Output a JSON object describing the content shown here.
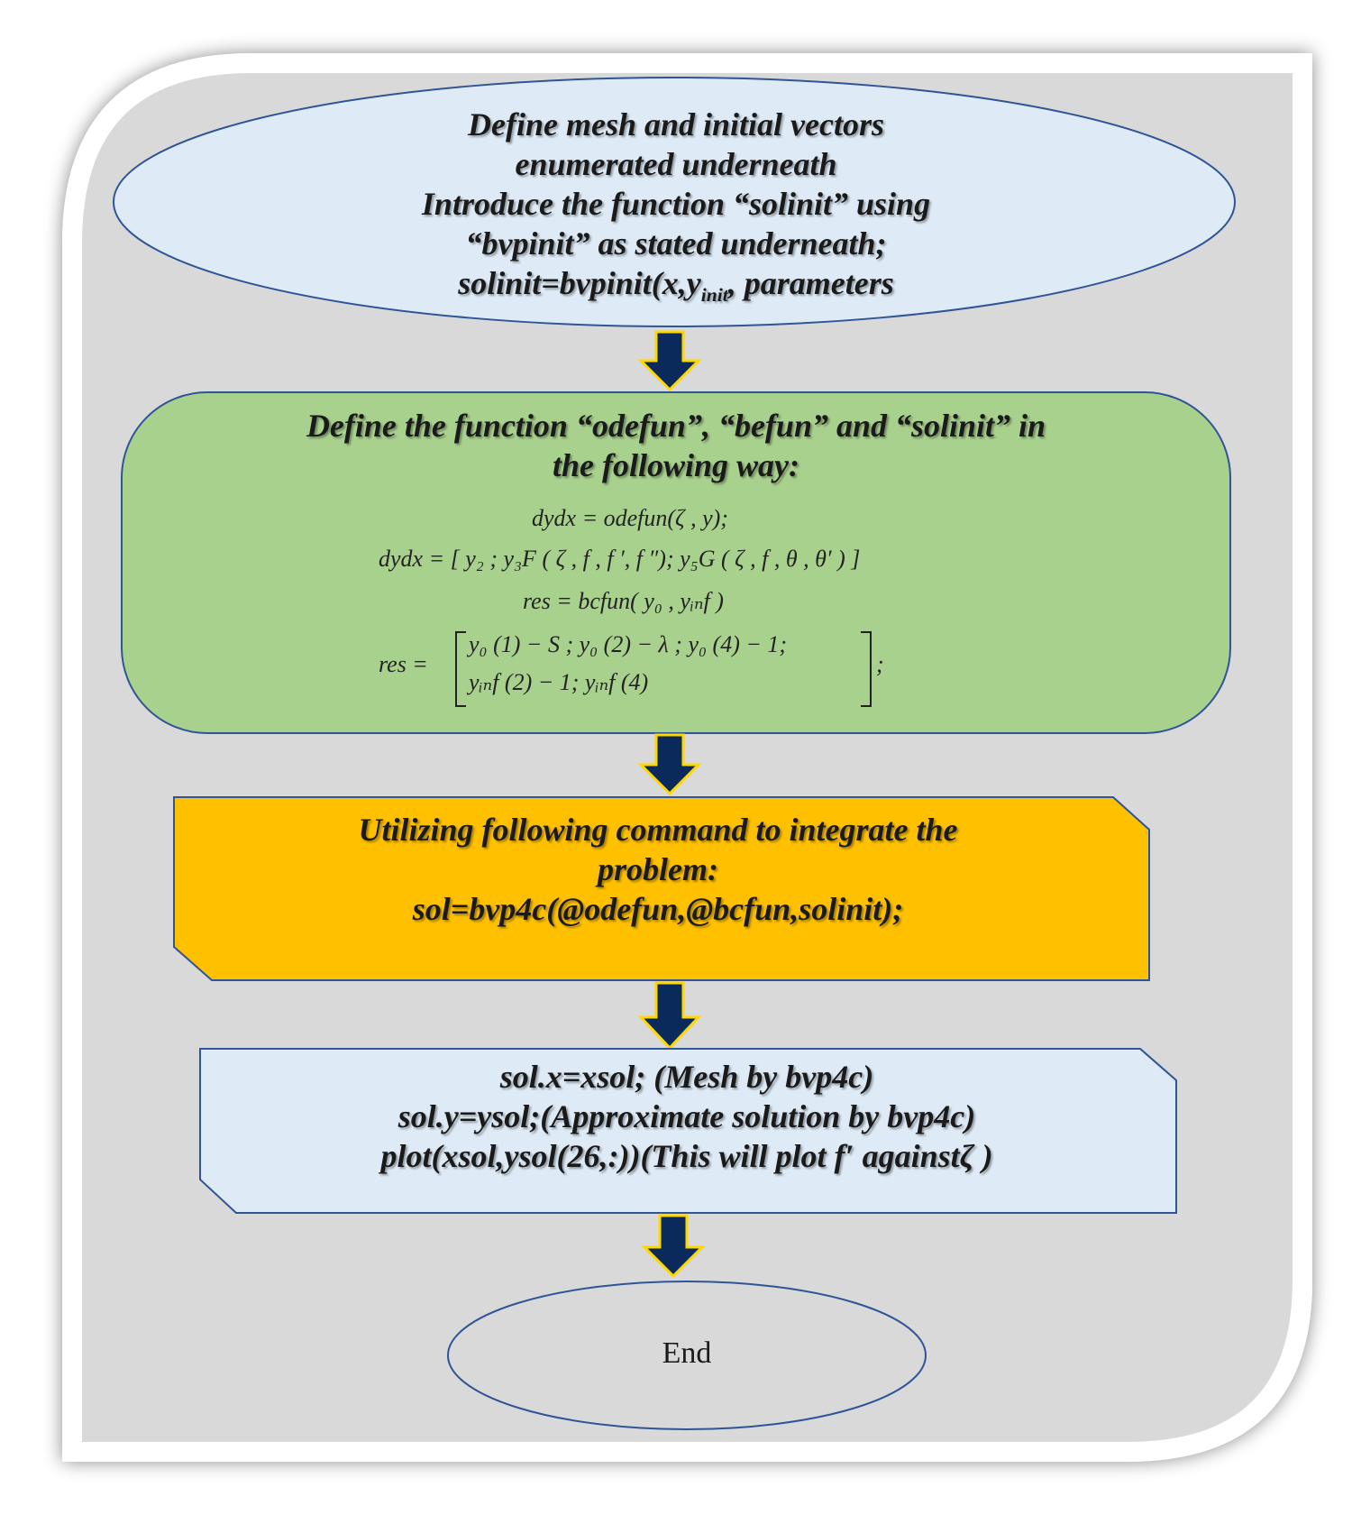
{
  "nodes": {
    "start": {
      "lines": [
        "Define mesh and initial vectors",
        "enumerated underneath",
        "Introduce the function “solinit” using",
        "“bvpinit” as stated underneath;"
      ],
      "last_line_prefix": "solinit=bvpinit(x,y",
      "last_line_sub": "init",
      "last_line_suffix": ", parameters"
    },
    "define": {
      "lines": [
        "Define the function “odefun”, “befun” and “solinit” in",
        "the following way:"
      ],
      "eq1": "dydx = odefun(ζ , y);",
      "eq2": "dydx = [ y₂ ; y₃F ( ζ , f , f ′, f ″); y₅G ( ζ , f , θ , θ′ ) ]",
      "eq3": "res = bcfun( y₀ , yᵢₙf )",
      "eq4_label": "res =",
      "eq4_row1": "y₀ (1) − S ; y₀ (2) − λ ; y₀ (4) − 1;",
      "eq4_row2": "yᵢₙf (2) − 1; yᵢₙf (4)",
      "eq4_tail": ";"
    },
    "integrate": {
      "lines": [
        "Utilizing following command to integrate the",
        "problem:",
        "sol=bvp4c(@odefun,@bcfun,solinit);"
      ]
    },
    "output": {
      "lines": [
        "sol.x=xsol; (Mesh by bvp4c)",
        "sol.y=ysol;(Approximate solution by bvp4c)",
        "plot(xsol,ysol(26,:))(This will plot f′ againstζ )"
      ]
    },
    "end": {
      "label": "End"
    }
  },
  "colors": {
    "background_panel": "#d9d9d9",
    "start_fill": "#deebf7",
    "define_fill": "#a9d18e",
    "integrate_fill": "#ffc000",
    "output_fill": "#deebf7",
    "end_fill": "#d9d9d9",
    "arrow_fill": "#0b2a5c",
    "arrow_stroke": "#ffd700",
    "shape_stroke": "#2f5597"
  }
}
